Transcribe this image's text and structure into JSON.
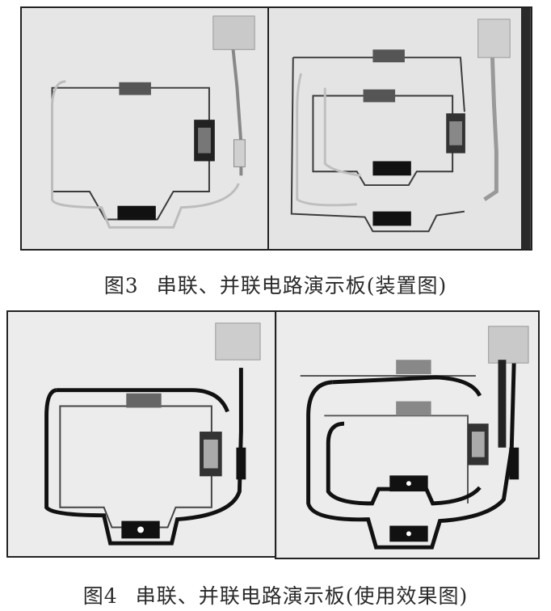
{
  "figure3": {
    "number": "图3",
    "caption": "串联、并联电路演示板(装置图)"
  },
  "figure4": {
    "number": "图4",
    "caption": "串联、并联电路演示板(使用效果图)"
  }
}
